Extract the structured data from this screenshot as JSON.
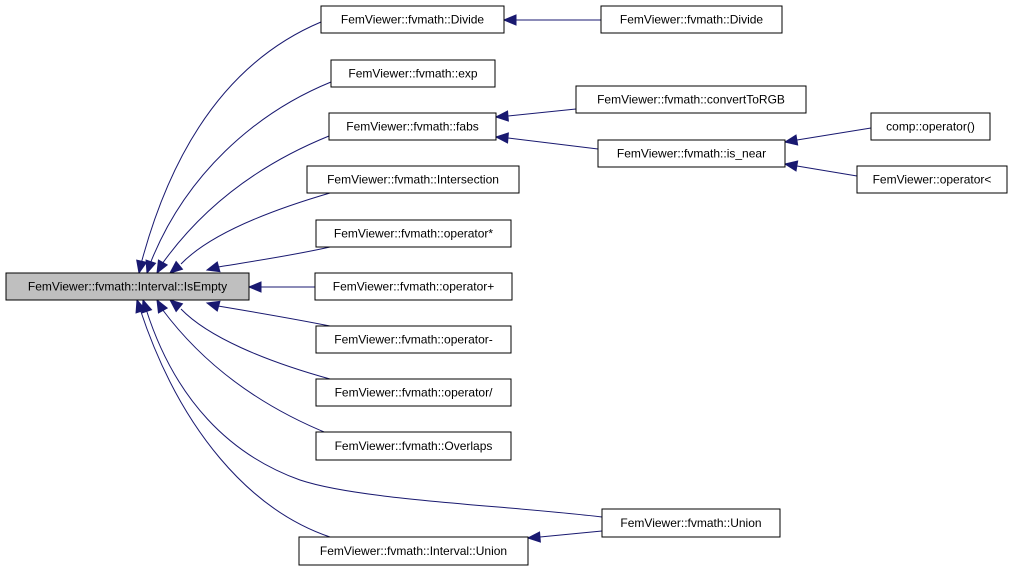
{
  "diagram": {
    "colors": {
      "edge": "#191970",
      "root_fill": "#bfbfbf",
      "node_fill": "#ffffff",
      "node_stroke": "#000000"
    },
    "nodes": {
      "isempty": "FemViewer::fvmath::Interval::IsEmpty",
      "divide1": "FemViewer::fvmath::Divide",
      "divide2": "FemViewer::fvmath::Divide",
      "exp": "FemViewer::fvmath::exp",
      "fabs": "FemViewer::fvmath::fabs",
      "converttorgb": "FemViewer::fvmath::convertToRGB",
      "isnear": "FemViewer::fvmath::is_near",
      "compop": "comp::operator()",
      "oplt": "FemViewer::operator<",
      "intersection": "FemViewer::fvmath::Intersection",
      "opmul": "FemViewer::fvmath::operator*",
      "opplus": "FemViewer::fvmath::operator+",
      "opminus": "FemViewer::fvmath::operator-",
      "opdiv": "FemViewer::fvmath::operator/",
      "overlaps": "FemViewer::fvmath::Overlaps",
      "union": "FemViewer::fvmath::Union",
      "intunion": "FemViewer::fvmath::Interval::Union"
    },
    "edges": [
      {
        "from": "divide1",
        "to": "isempty"
      },
      {
        "from": "exp",
        "to": "isempty"
      },
      {
        "from": "fabs",
        "to": "isempty"
      },
      {
        "from": "intersection",
        "to": "isempty"
      },
      {
        "from": "opmul",
        "to": "isempty"
      },
      {
        "from": "opplus",
        "to": "isempty"
      },
      {
        "from": "opminus",
        "to": "isempty"
      },
      {
        "from": "opdiv",
        "to": "isempty"
      },
      {
        "from": "overlaps",
        "to": "isempty"
      },
      {
        "from": "union",
        "to": "isempty"
      },
      {
        "from": "intunion",
        "to": "isempty"
      },
      {
        "from": "divide2",
        "to": "divide1"
      },
      {
        "from": "converttorgb",
        "to": "fabs"
      },
      {
        "from": "isnear",
        "to": "fabs"
      },
      {
        "from": "compop",
        "to": "isnear"
      },
      {
        "from": "oplt",
        "to": "isnear"
      },
      {
        "from": "union",
        "to": "intunion"
      }
    ]
  }
}
